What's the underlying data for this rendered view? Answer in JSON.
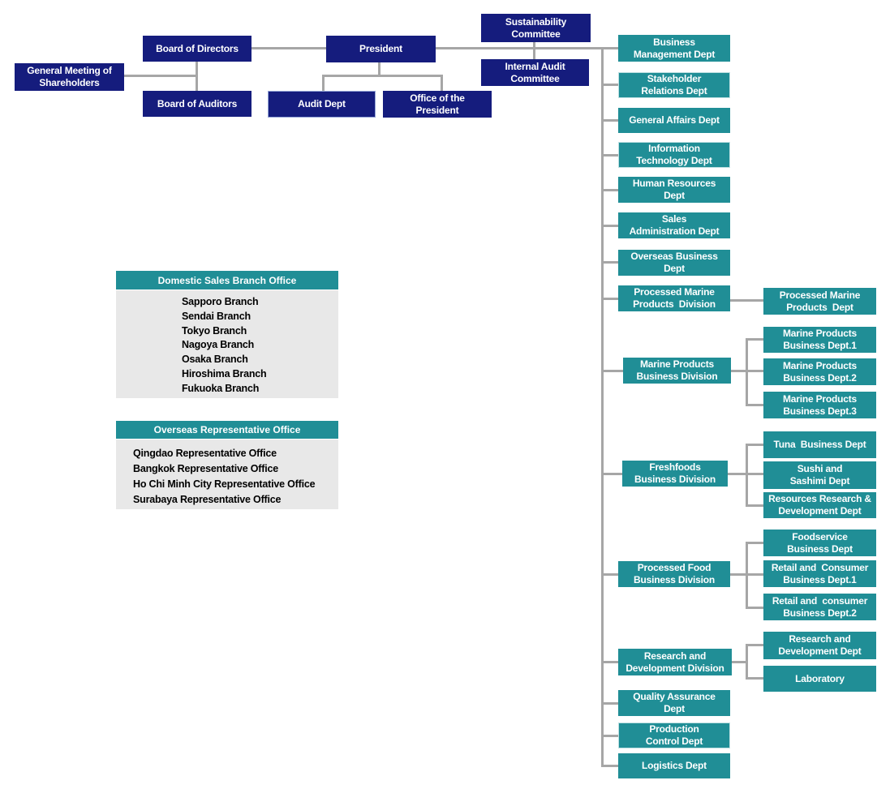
{
  "palette": {
    "navy": "#151c7d",
    "teal": "#208e96",
    "connector_gray": "#a6a6a6",
    "list_body_gray": "#e8e8e8",
    "box_text": "#ffffff",
    "list_text": "#000000"
  },
  "governance": {
    "general_meeting_of_shareholders": "General Meeting of\nShareholders",
    "board_of_directors": "Board of Directors",
    "board_of_auditors": "Board of Auditors",
    "president": "President",
    "audit_dept": "Audit Dept",
    "office_of_the_president": "Office of the\nPresident",
    "sustainability_committee": "Sustainability\nCommittee",
    "internal_audit_committee": "Internal Audit\nCommittee"
  },
  "departments": {
    "business_management": "Business\nManagement Dept",
    "stakeholder_relations": "Stakeholder\nRelations Dept",
    "general_affairs": "General Affairs Dept",
    "information_technology": "Information\nTechnology Dept",
    "human_resources": "Human Resources\nDept",
    "sales_administration": "Sales\nAdministration Dept",
    "overseas_business": "Overseas Business\nDept",
    "processed_marine_products_division": "Processed Marine\nProducts  Division",
    "marine_products_business_division": "Marine Products\nBusiness Division",
    "freshfoods_business_division": "Freshfoods\nBusiness Division",
    "processed_food_business_division": "Processed Food\nBusiness Division",
    "research_and_development_division": "Research and\nDevelopment Division",
    "quality_assurance": "Quality Assurance\nDept",
    "production_control": "Production\nControl Dept",
    "logistics": "Logistics Dept"
  },
  "sub_departments": {
    "processed_marine_products_dept": "Processed Marine\nProducts  Dept",
    "marine_products_business_dept_1": "Marine Products\nBusiness Dept.1",
    "marine_products_business_dept_2": "Marine Products\nBusiness Dept.2",
    "marine_products_business_dept_3": "Marine Products\nBusiness Dept.3",
    "tuna_business_dept": "Tuna  Business Dept",
    "sushi_and_sashimi_dept": "Sushi and\nSashimi Dept",
    "resources_research_and_development_dept": "Resources Research &\nDevelopment Dept",
    "foodservice_business_dept": "Foodservice\nBusiness Dept",
    "retail_and_consumer_business_dept_1": "Retail and  Consumer\nBusiness Dept.1",
    "retail_and_consumer_business_dept_2": "Retail and  consumer\nBusiness Dept.2",
    "research_and_development_dept": "Research and\nDevelopment Dept",
    "laboratory": "Laboratory"
  },
  "branch_offices": {
    "domestic": {
      "title": "Domestic Sales Branch Office",
      "items": [
        "Sapporo Branch",
        "Sendai Branch",
        "Tokyo Branch",
        "Nagoya Branch",
        "Osaka Branch",
        "Hiroshima Branch",
        "Fukuoka Branch"
      ]
    },
    "overseas": {
      "title": "Overseas Representative Office",
      "items": [
        "Qingdao Representative Office",
        "Bangkok Representative Office",
        "Ho Chi Minh City Representative Office",
        "Surabaya Representative Office"
      ]
    }
  }
}
